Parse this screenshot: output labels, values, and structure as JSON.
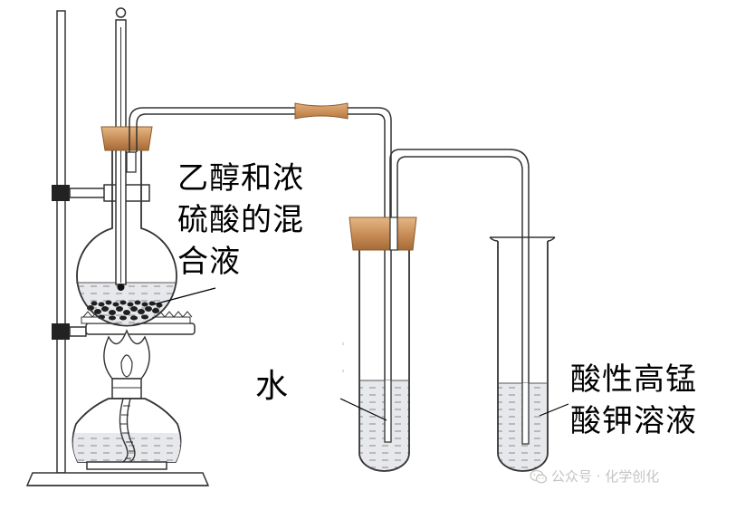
{
  "labels": {
    "mixture_line1": "乙醇和浓",
    "mixture_line2": "硫酸的混",
    "mixture_line3": "合液",
    "water": "水",
    "kmno4_line1": "酸性高锰",
    "kmno4_line2": "酸钾溶液"
  },
  "watermark": {
    "text": "公众号 · 化学创化",
    "icon": "wechat-icon"
  },
  "colors": {
    "stopper": "#c98e58",
    "stopper_light": "#e0b07d",
    "stopper_dark": "#8b5a2b",
    "connector": "#c98e58",
    "glass_outline": "#333333",
    "liquid": "#dfe1e4",
    "boiling_chips": "#222222"
  }
}
